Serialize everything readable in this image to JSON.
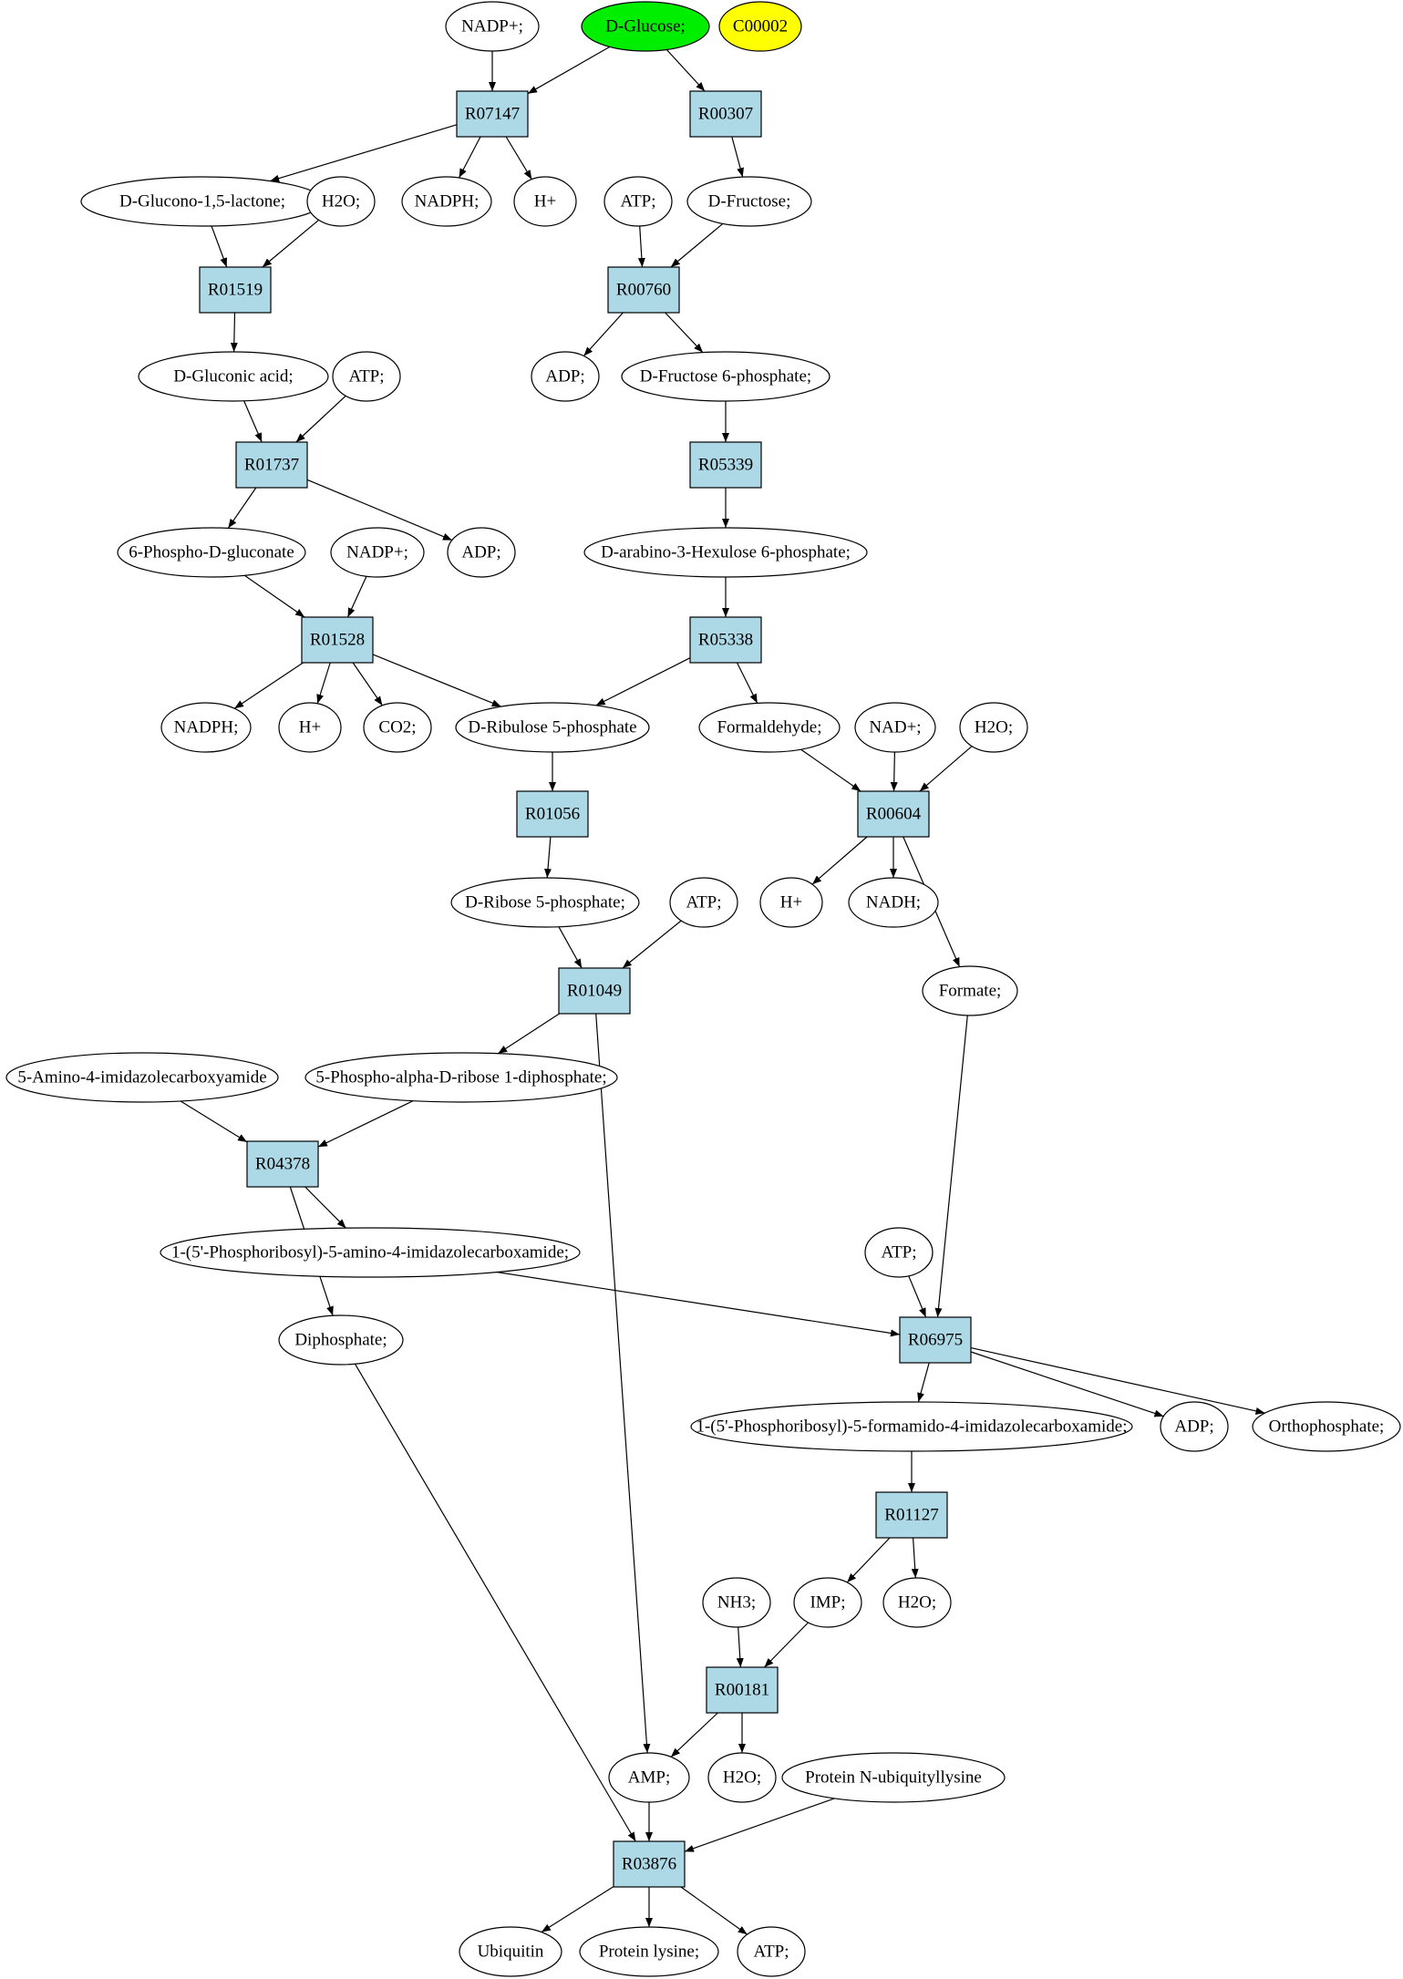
{
  "colors": {
    "reaction_fill": "#add8e6",
    "compound_fill": "#ffffff",
    "source_fill": "#00ee00",
    "highlight_fill": "#ffff00",
    "stroke": "#000000"
  },
  "nodes": [
    {
      "id": "n_nadp_top",
      "label": "NADP+;",
      "type": "compound"
    },
    {
      "id": "n_glucose",
      "label": "D-Glucose;",
      "type": "source"
    },
    {
      "id": "n_c00002",
      "label": "C00002",
      "type": "highlight"
    },
    {
      "id": "r_R07147",
      "label": "R07147",
      "type": "reaction"
    },
    {
      "id": "r_R00307",
      "label": "R00307",
      "type": "reaction"
    },
    {
      "id": "n_glucono",
      "label": "D-Glucono-1,5-lactone;",
      "type": "compound"
    },
    {
      "id": "n_h2o_1",
      "label": "H2O;",
      "type": "compound"
    },
    {
      "id": "n_nadph_1",
      "label": "NADPH;",
      "type": "compound"
    },
    {
      "id": "n_hplus_1",
      "label": "H+",
      "type": "compound"
    },
    {
      "id": "n_atp_1",
      "label": "ATP;",
      "type": "compound"
    },
    {
      "id": "n_fructose",
      "label": "D-Fructose;",
      "type": "compound"
    },
    {
      "id": "r_R01519",
      "label": "R01519",
      "type": "reaction"
    },
    {
      "id": "r_R00760",
      "label": "R00760",
      "type": "reaction"
    },
    {
      "id": "n_gluconic",
      "label": "D-Gluconic acid;",
      "type": "compound"
    },
    {
      "id": "n_atp_2",
      "label": "ATP;",
      "type": "compound"
    },
    {
      "id": "n_adp_1",
      "label": "ADP;",
      "type": "compound"
    },
    {
      "id": "n_f6p",
      "label": "D-Fructose 6-phosphate;",
      "type": "compound"
    },
    {
      "id": "r_R01737",
      "label": "R01737",
      "type": "reaction"
    },
    {
      "id": "r_R05339",
      "label": "R05339",
      "type": "reaction"
    },
    {
      "id": "n_6pg",
      "label": "6-Phospho-D-gluconate",
      "type": "compound"
    },
    {
      "id": "n_nadp_2",
      "label": "NADP+;",
      "type": "compound"
    },
    {
      "id": "n_adp_2",
      "label": "ADP;",
      "type": "compound"
    },
    {
      "id": "n_hexulose",
      "label": "D-arabino-3-Hexulose 6-phosphate;",
      "type": "compound"
    },
    {
      "id": "r_R01528",
      "label": "R01528",
      "type": "reaction"
    },
    {
      "id": "r_R05338",
      "label": "R05338",
      "type": "reaction"
    },
    {
      "id": "n_nadph_2",
      "label": "NADPH;",
      "type": "compound"
    },
    {
      "id": "n_hplus_2",
      "label": "H+",
      "type": "compound"
    },
    {
      "id": "n_co2",
      "label": "CO2;",
      "type": "compound"
    },
    {
      "id": "n_ribulose",
      "label": "D-Ribulose 5-phosphate",
      "type": "compound"
    },
    {
      "id": "n_formaldehyde",
      "label": "Formaldehyde;",
      "type": "compound"
    },
    {
      "id": "n_nad",
      "label": "NAD+;",
      "type": "compound"
    },
    {
      "id": "n_h2o_2",
      "label": "H2O;",
      "type": "compound"
    },
    {
      "id": "r_R01056",
      "label": "R01056",
      "type": "reaction"
    },
    {
      "id": "r_R00604",
      "label": "R00604",
      "type": "reaction"
    },
    {
      "id": "n_ribose5p",
      "label": "D-Ribose 5-phosphate;",
      "type": "compound"
    },
    {
      "id": "n_atp_3",
      "label": "ATP;",
      "type": "compound"
    },
    {
      "id": "n_hplus_3",
      "label": "H+",
      "type": "compound"
    },
    {
      "id": "n_nadh",
      "label": "NADH;",
      "type": "compound"
    },
    {
      "id": "r_R01049",
      "label": "R01049",
      "type": "reaction"
    },
    {
      "id": "n_formate",
      "label": "Formate;",
      "type": "compound"
    },
    {
      "id": "n_aica",
      "label": "5-Amino-4-imidazolecarboxyamide",
      "type": "compound"
    },
    {
      "id": "n_prpp",
      "label": "5-Phospho-alpha-D-ribose 1-diphosphate;",
      "type": "compound"
    },
    {
      "id": "r_R04378",
      "label": "R04378",
      "type": "reaction"
    },
    {
      "id": "n_aicar",
      "label": "1-(5'-Phosphoribosyl)-5-amino-4-imidazolecarboxamide;",
      "type": "compound"
    },
    {
      "id": "n_atp_4",
      "label": "ATP;",
      "type": "compound"
    },
    {
      "id": "n_diphosphate",
      "label": "Diphosphate;",
      "type": "compound"
    },
    {
      "id": "r_R06975",
      "label": "R06975",
      "type": "reaction"
    },
    {
      "id": "n_faicar",
      "label": "1-(5'-Phosphoribosyl)-5-formamido-4-imidazolecarboxamide;",
      "type": "compound"
    },
    {
      "id": "n_adp_3",
      "label": "ADP;",
      "type": "compound"
    },
    {
      "id": "n_orthophosphate",
      "label": "Orthophosphate;",
      "type": "compound"
    },
    {
      "id": "r_R01127",
      "label": "R01127",
      "type": "reaction"
    },
    {
      "id": "n_nh3",
      "label": "NH3;",
      "type": "compound"
    },
    {
      "id": "n_imp",
      "label": "IMP;",
      "type": "compound"
    },
    {
      "id": "n_h2o_3",
      "label": "H2O;",
      "type": "compound"
    },
    {
      "id": "r_R00181",
      "label": "R00181",
      "type": "reaction"
    },
    {
      "id": "n_amp",
      "label": "AMP;",
      "type": "compound"
    },
    {
      "id": "n_h2o_4",
      "label": "H2O;",
      "type": "compound"
    },
    {
      "id": "n_protein_ub",
      "label": "Protein N-ubiquityllysine",
      "type": "compound"
    },
    {
      "id": "r_R03876",
      "label": "R03876",
      "type": "reaction"
    },
    {
      "id": "n_ubiquitin",
      "label": "Ubiquitin",
      "type": "compound"
    },
    {
      "id": "n_protein_lys",
      "label": "Protein lysine;",
      "type": "compound"
    },
    {
      "id": "n_atp_5",
      "label": "ATP;",
      "type": "compound"
    }
  ],
  "edges": [
    [
      "n_nadp_top",
      "r_R07147"
    ],
    [
      "n_glucose",
      "r_R07147"
    ],
    [
      "n_glucose",
      "r_R00307"
    ],
    [
      "r_R07147",
      "n_glucono"
    ],
    [
      "r_R07147",
      "n_nadph_1"
    ],
    [
      "r_R07147",
      "n_hplus_1"
    ],
    [
      "r_R00307",
      "n_fructose"
    ],
    [
      "n_glucono",
      "r_R01519"
    ],
    [
      "n_h2o_1",
      "r_R01519"
    ],
    [
      "n_atp_1",
      "r_R00760"
    ],
    [
      "n_fructose",
      "r_R00760"
    ],
    [
      "r_R01519",
      "n_gluconic"
    ],
    [
      "r_R00760",
      "n_adp_1"
    ],
    [
      "r_R00760",
      "n_f6p"
    ],
    [
      "n_gluconic",
      "r_R01737"
    ],
    [
      "n_atp_2",
      "r_R01737"
    ],
    [
      "n_f6p",
      "r_R05339"
    ],
    [
      "r_R01737",
      "n_6pg"
    ],
    [
      "r_R01737",
      "n_adp_2"
    ],
    [
      "r_R05339",
      "n_hexulose"
    ],
    [
      "n_6pg",
      "r_R01528"
    ],
    [
      "n_nadp_2",
      "r_R01528"
    ],
    [
      "n_hexulose",
      "r_R05338"
    ],
    [
      "r_R01528",
      "n_nadph_2"
    ],
    [
      "r_R01528",
      "n_hplus_2"
    ],
    [
      "r_R01528",
      "n_co2"
    ],
    [
      "r_R01528",
      "n_ribulose"
    ],
    [
      "r_R05338",
      "n_ribulose"
    ],
    [
      "r_R05338",
      "n_formaldehyde"
    ],
    [
      "n_ribulose",
      "r_R01056"
    ],
    [
      "n_formaldehyde",
      "r_R00604"
    ],
    [
      "n_nad",
      "r_R00604"
    ],
    [
      "n_h2o_2",
      "r_R00604"
    ],
    [
      "r_R01056",
      "n_ribose5p"
    ],
    [
      "r_R00604",
      "n_hplus_3"
    ],
    [
      "r_R00604",
      "n_nadh"
    ],
    [
      "r_R00604",
      "n_formate"
    ],
    [
      "n_ribose5p",
      "r_R01049"
    ],
    [
      "n_atp_3",
      "r_R01049"
    ],
    [
      "r_R01049",
      "n_prpp"
    ],
    [
      "r_R01049",
      "n_amp"
    ],
    [
      "n_aica",
      "r_R04378"
    ],
    [
      "n_prpp",
      "r_R04378"
    ],
    [
      "r_R04378",
      "n_aicar"
    ],
    [
      "r_R04378",
      "n_diphosphate"
    ],
    [
      "n_aicar",
      "r_R06975"
    ],
    [
      "n_atp_4",
      "r_R06975"
    ],
    [
      "n_formate",
      "r_R06975"
    ],
    [
      "r_R06975",
      "n_faicar"
    ],
    [
      "r_R06975",
      "n_adp_3"
    ],
    [
      "r_R06975",
      "n_orthophosphate"
    ],
    [
      "n_faicar",
      "r_R01127"
    ],
    [
      "r_R01127",
      "n_imp"
    ],
    [
      "r_R01127",
      "n_h2o_3"
    ],
    [
      "n_nh3",
      "r_R00181"
    ],
    [
      "n_imp",
      "r_R00181"
    ],
    [
      "r_R00181",
      "n_amp"
    ],
    [
      "r_R00181",
      "n_h2o_4"
    ],
    [
      "n_amp",
      "r_R03876"
    ],
    [
      "n_diphosphate",
      "r_R03876"
    ],
    [
      "n_protein_ub",
      "r_R03876"
    ],
    [
      "r_R03876",
      "n_ubiquitin"
    ],
    [
      "r_R03876",
      "n_protein_lys"
    ],
    [
      "r_R03876",
      "n_atp_5"
    ]
  ]
}
